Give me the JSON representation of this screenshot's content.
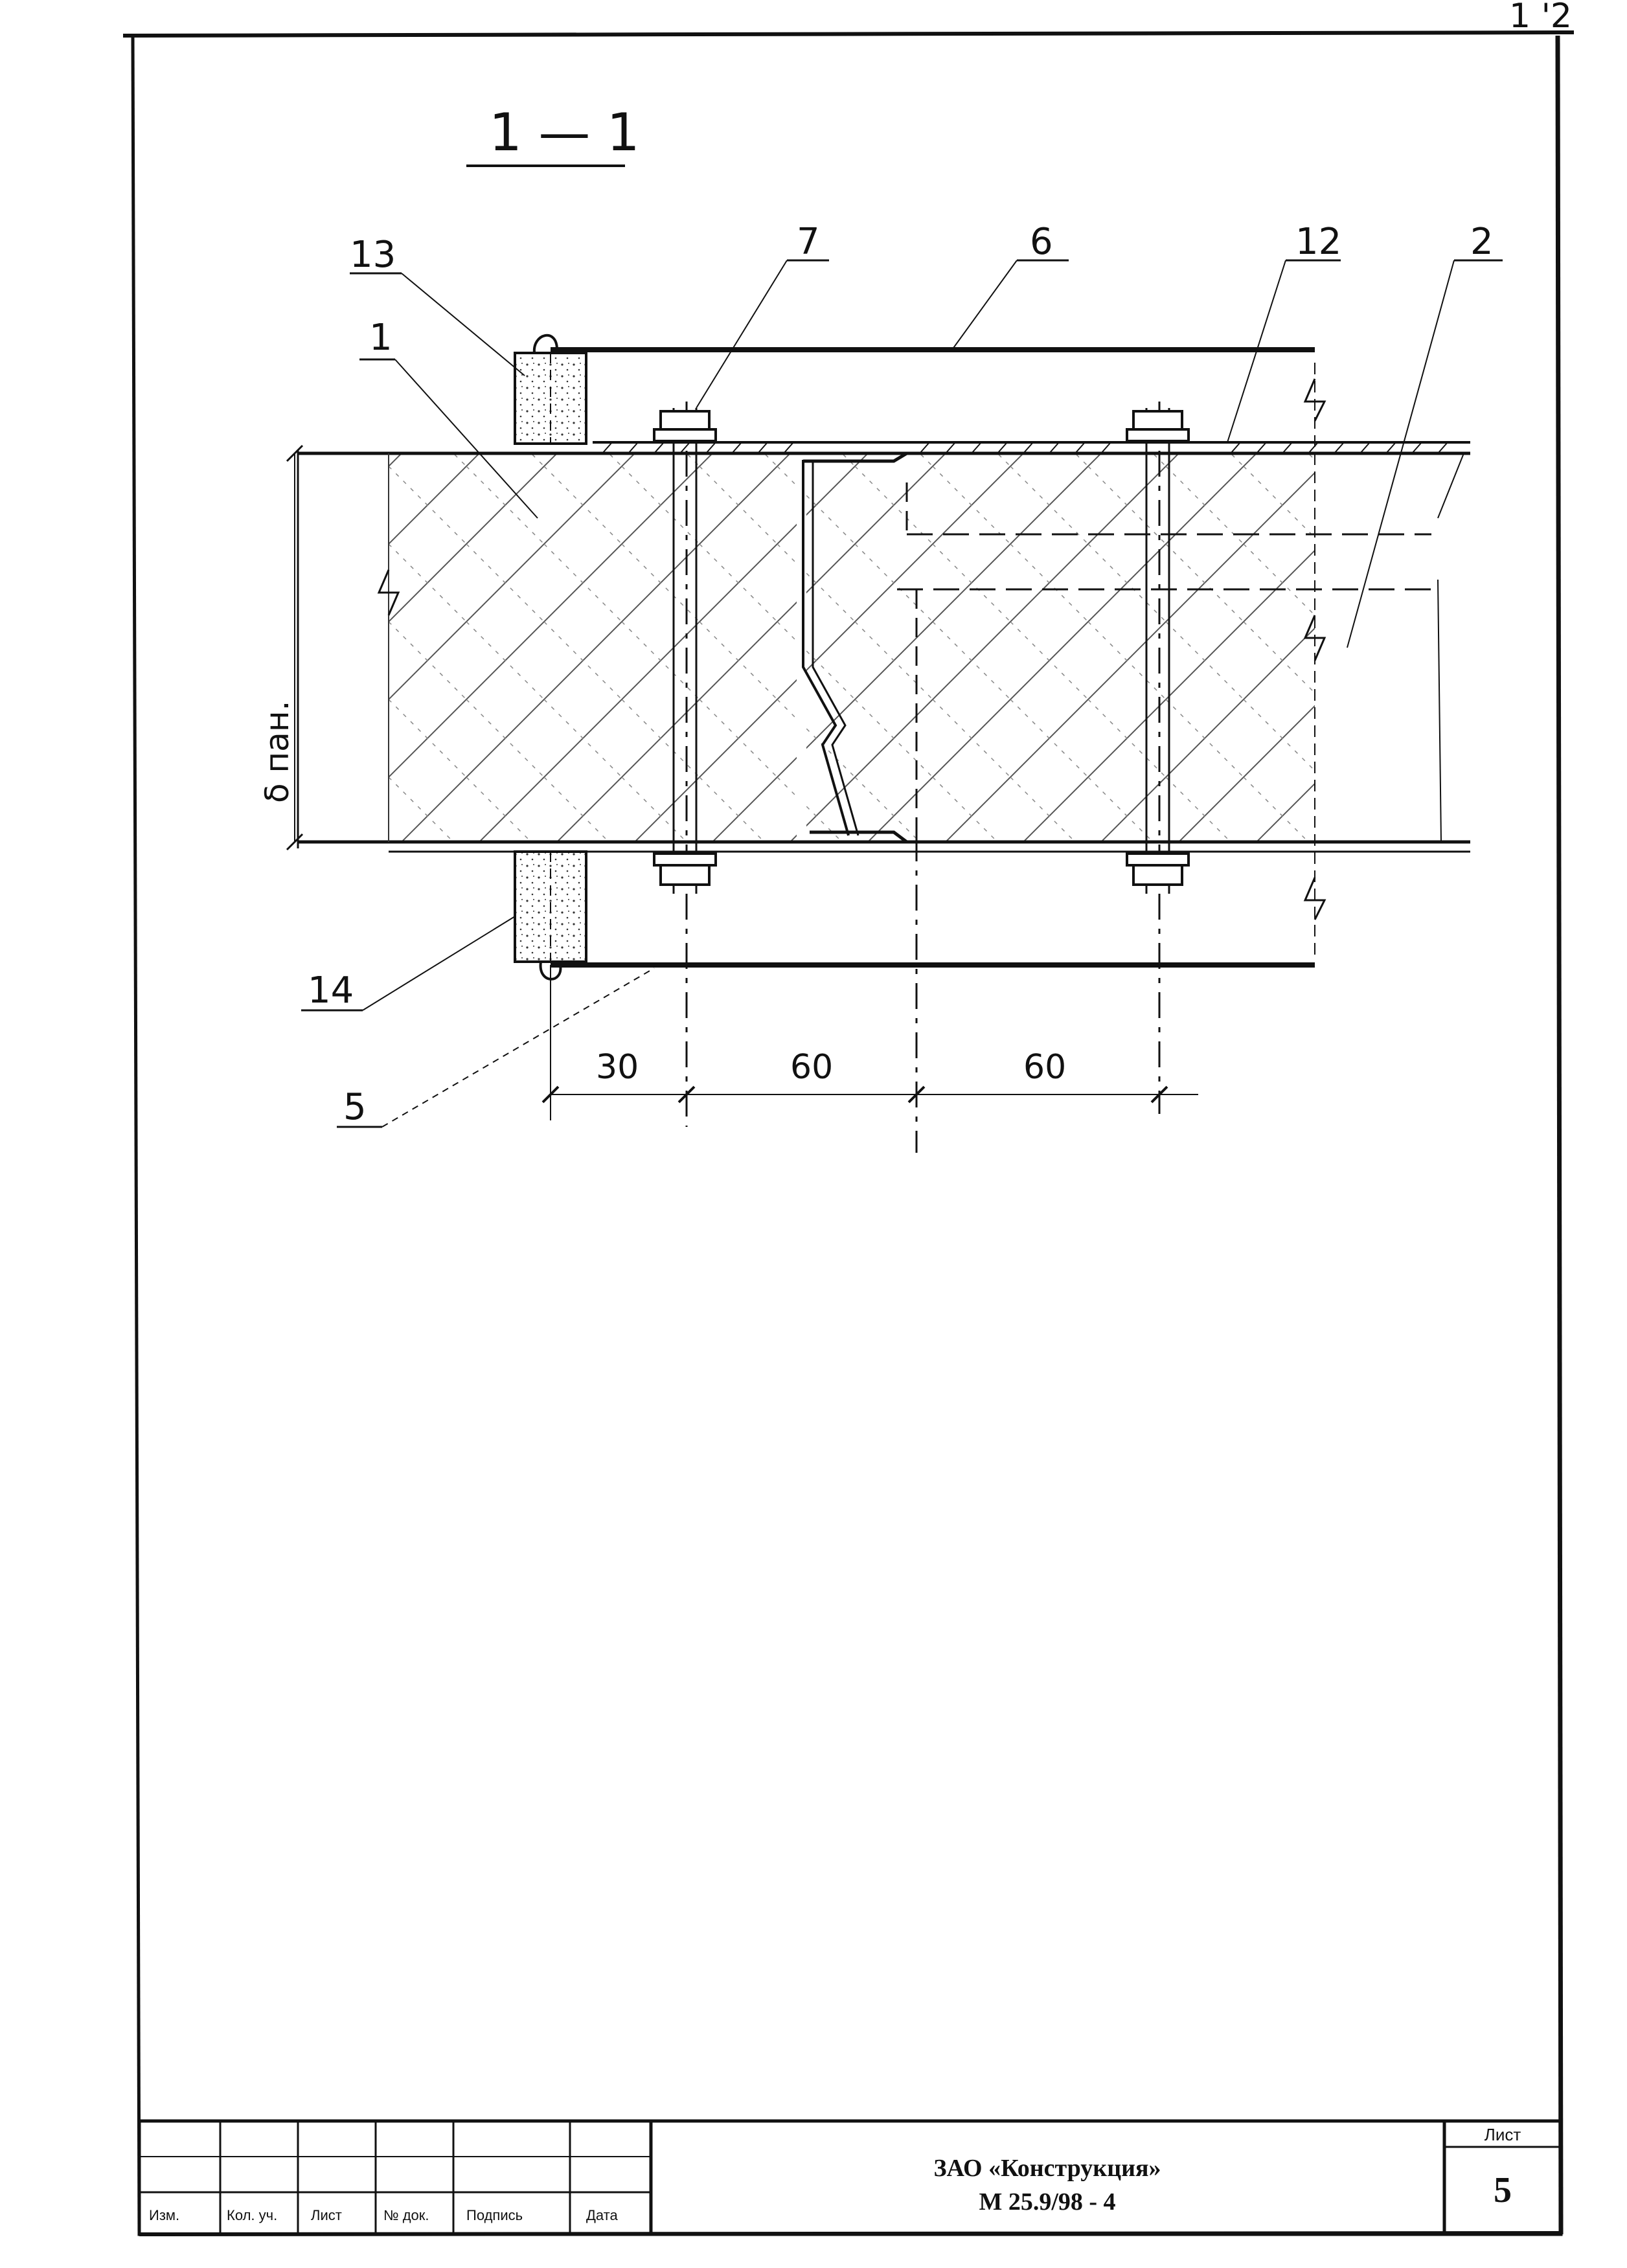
{
  "page_number_corner": "1 '2",
  "section_title": "1 — 1",
  "callouts": {
    "c1": "1",
    "c2": "2",
    "c5": "5",
    "c6": "6",
    "c7": "7",
    "c12": "12",
    "c13": "13",
    "c14": "14"
  },
  "dimensions": {
    "d1": "30",
    "d2": "60",
    "d3": "60",
    "thickness_label": "δ пан."
  },
  "title_block": {
    "headers": [
      "Изм.",
      "Кол. уч.",
      "Лист",
      "№ док.",
      "Подпись",
      "Дата"
    ],
    "company": "ЗАО «Конструкция»",
    "doc_code": "М 25.9/98 - 4",
    "sheet_label": "Лист",
    "sheet_number": "5"
  }
}
